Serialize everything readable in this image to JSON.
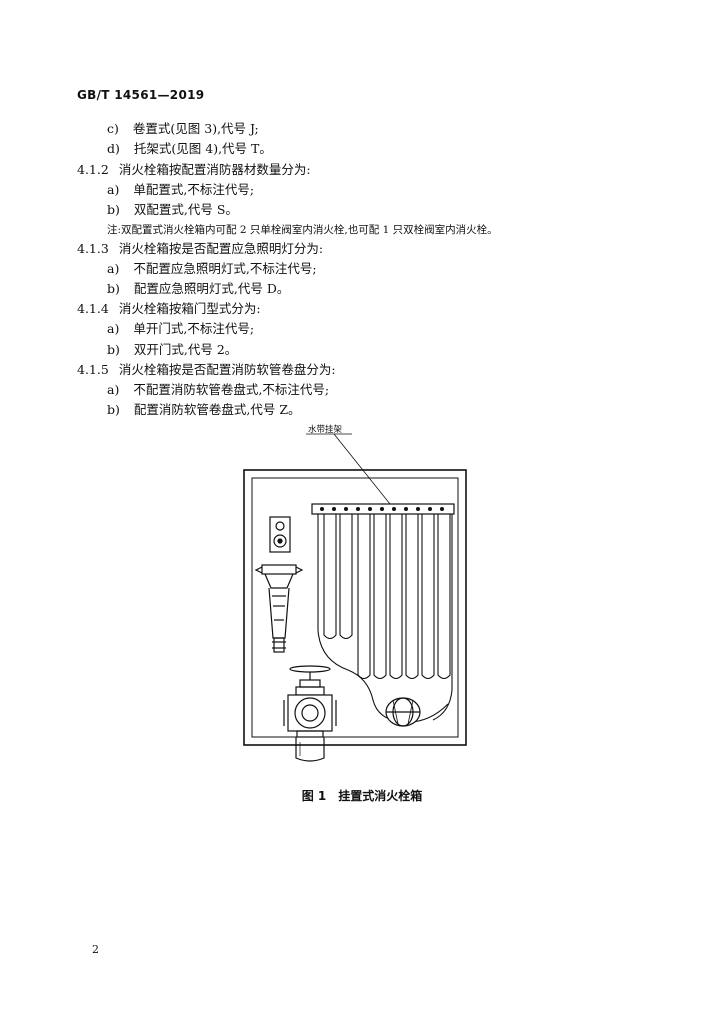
{
  "header": {
    "standard_no": "GB/T 14561—2019"
  },
  "lines": [
    {
      "marker": "c)",
      "text": "卷置式(见图 3),代号 J;"
    },
    {
      "marker": "d)",
      "text": "托架式(见图 4),代号 T。"
    },
    {
      "marker": "4.1.2",
      "text": "消火栓箱按配置消防器材数量分为:"
    },
    {
      "marker": "a)",
      "text": "单配置式,不标注代号;"
    },
    {
      "marker": "b)",
      "text": "双配置式,代号 S。"
    },
    {
      "marker": "注:",
      "text": "双配置式消火栓箱内可配 2 只单栓阀室内消火栓,也可配 1 只双栓阀室内消火栓。"
    },
    {
      "marker": "4.1.3",
      "text": "消火栓箱按是否配置应急照明灯分为:"
    },
    {
      "marker": "a)",
      "text": "不配置应急照明灯式,不标注代号;"
    },
    {
      "marker": "b)",
      "text": "配置应急照明灯式,代号 D。"
    },
    {
      "marker": "4.1.4",
      "text": "消火栓箱按箱门型式分为:"
    },
    {
      "marker": "a)",
      "text": "单开门式,不标注代号;"
    },
    {
      "marker": "b)",
      "text": "双开门式,代号 2。"
    },
    {
      "marker": "4.1.5",
      "text": "消火栓箱按是否配置消防软管卷盘分为:"
    },
    {
      "marker": "a)",
      "text": "不配置消防软管卷盘式,不标注代号;"
    },
    {
      "marker": "b)",
      "text": "配置消防软管卷盘式,代号 Z。"
    }
  ],
  "figure": {
    "label_hose_rack": "水带挂架",
    "caption": "图 1　挂置式消火栓箱"
  },
  "footer": {
    "page_number": "2"
  }
}
